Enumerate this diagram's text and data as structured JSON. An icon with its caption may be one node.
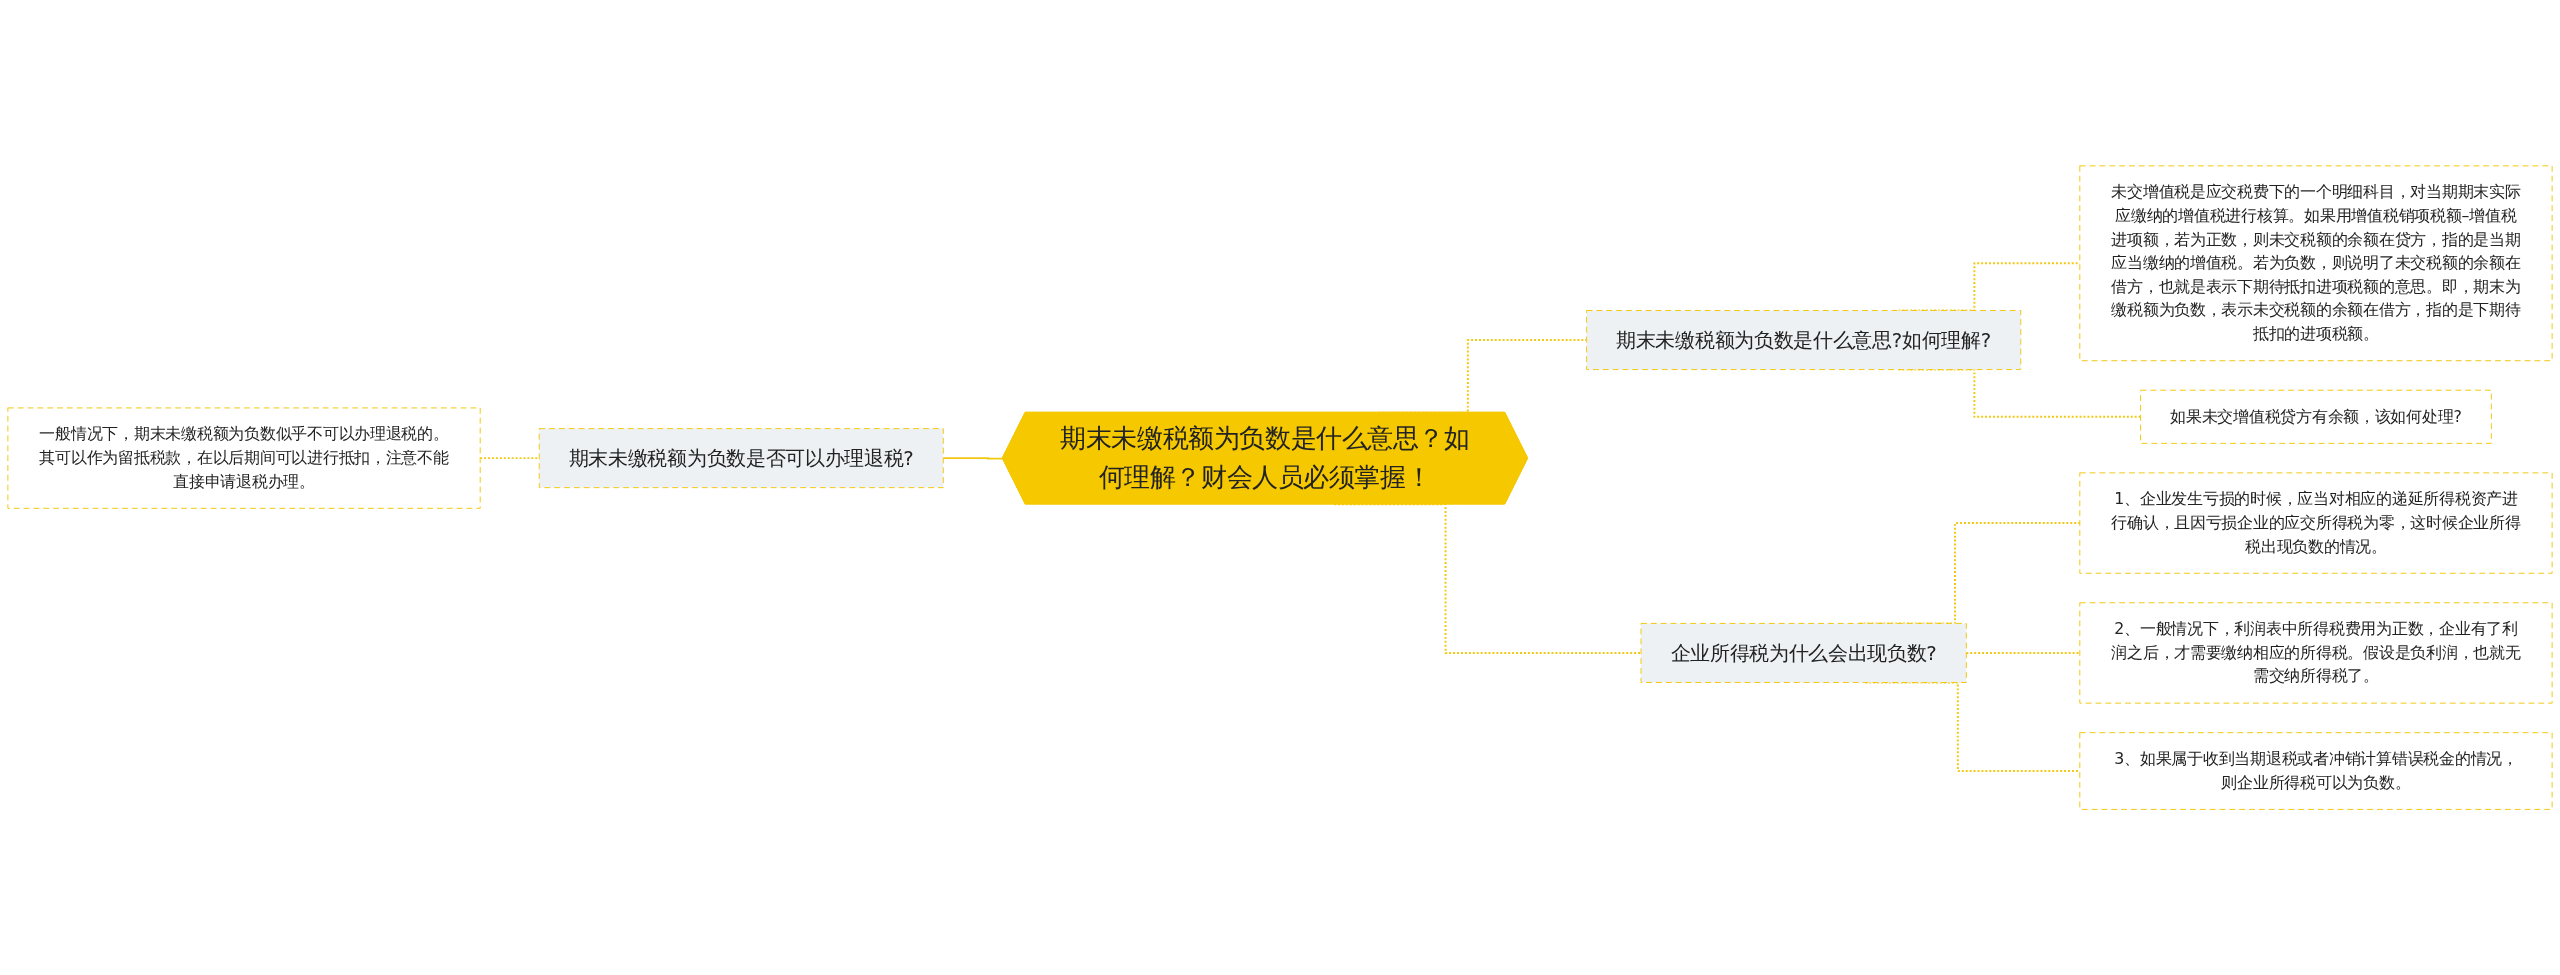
{
  "diagram": {
    "nodes": [
      {
        "text": [
          "期末未缴税额为负数是什么意思？如何理解？财会人员必须掌握！"
        ]
      },
      {
        "text": [
          "期末未缴税额为负数是否可以办理退税?"
        ]
      },
      {
        "text": [
          "一般情况下，期末未缴税额为负数似乎不可以办理退税的。其可以作为留抵税款，在以后期间可以进行抵扣，注意不能直接申请退税办理。"
        ]
      },
      {
        "text": [
          "期末未缴税额为负数是什么意思?如何理解?"
        ]
      },
      {
        "text": [
          "未交增值税是应交税费下的一个明细科目，对当期期末实际应缴纳的增值税进行核算。如果用增值税销项税额–增值税进项额，若为正数，则未交税额的余额在贷方，指的是当期应当缴纳的增值税。若为负数，则说明了未交税额的余额在借方，也就是表示下期待抵扣进项税额的意思。即，期末为缴税额为负数，表示未交税额的余额在借方，指的是下期待抵扣的进项税额。"
        ]
      },
      {
        "text": [
          "如果未交增值税贷方有余额，该如何处理?"
        ]
      },
      {
        "text": [
          "企业所得税为什么会出现负数?"
        ]
      },
      {
        "text": [
          "1、企业发生亏损的时候，应当对相应的递延所得税资产进行确认，且因亏损企业的应交所得税为零，这时候企业所得税出现负数的情况。"
        ]
      },
      {
        "text": [
          "2、一般情况下，利润表中所得税费用为正数，企业有了利润之后，才需要缴纳相应的所得税。假设是负利润，也就无需交纳所得税了。"
        ]
      },
      {
        "text": [
          "3、如果属于收到当期退税或者冲销计算错误税金的情况，则企业所得税可以为负数。"
        ]
      }
    ],
    "edges": [
      {
        "from": 2,
        "to": 1,
        "arrow": "none",
        "style": "dashed"
      },
      {
        "from": 1,
        "to": 0,
        "arrow": "none"
      },
      {
        "from": 0,
        "to": 3,
        "arrow": "none",
        "style": "dashed"
      },
      {
        "from": 3,
        "to": 4,
        "arrow": "none",
        "style": "dashed"
      },
      {
        "from": 3,
        "to": 5,
        "arrow": "none",
        "style": "dashed"
      },
      {
        "from": 0,
        "to": 6,
        "arrow": "none",
        "style": "dashed"
      },
      {
        "from": 6,
        "to": 7,
        "arrow": "none",
        "style": "dashed"
      },
      {
        "from": 6,
        "to": 8,
        "arrow": "none",
        "style": "dashed"
      },
      {
        "from": 6,
        "to": 9,
        "arrow": "none",
        "style": "dashed"
      }
    ]
  }
}
